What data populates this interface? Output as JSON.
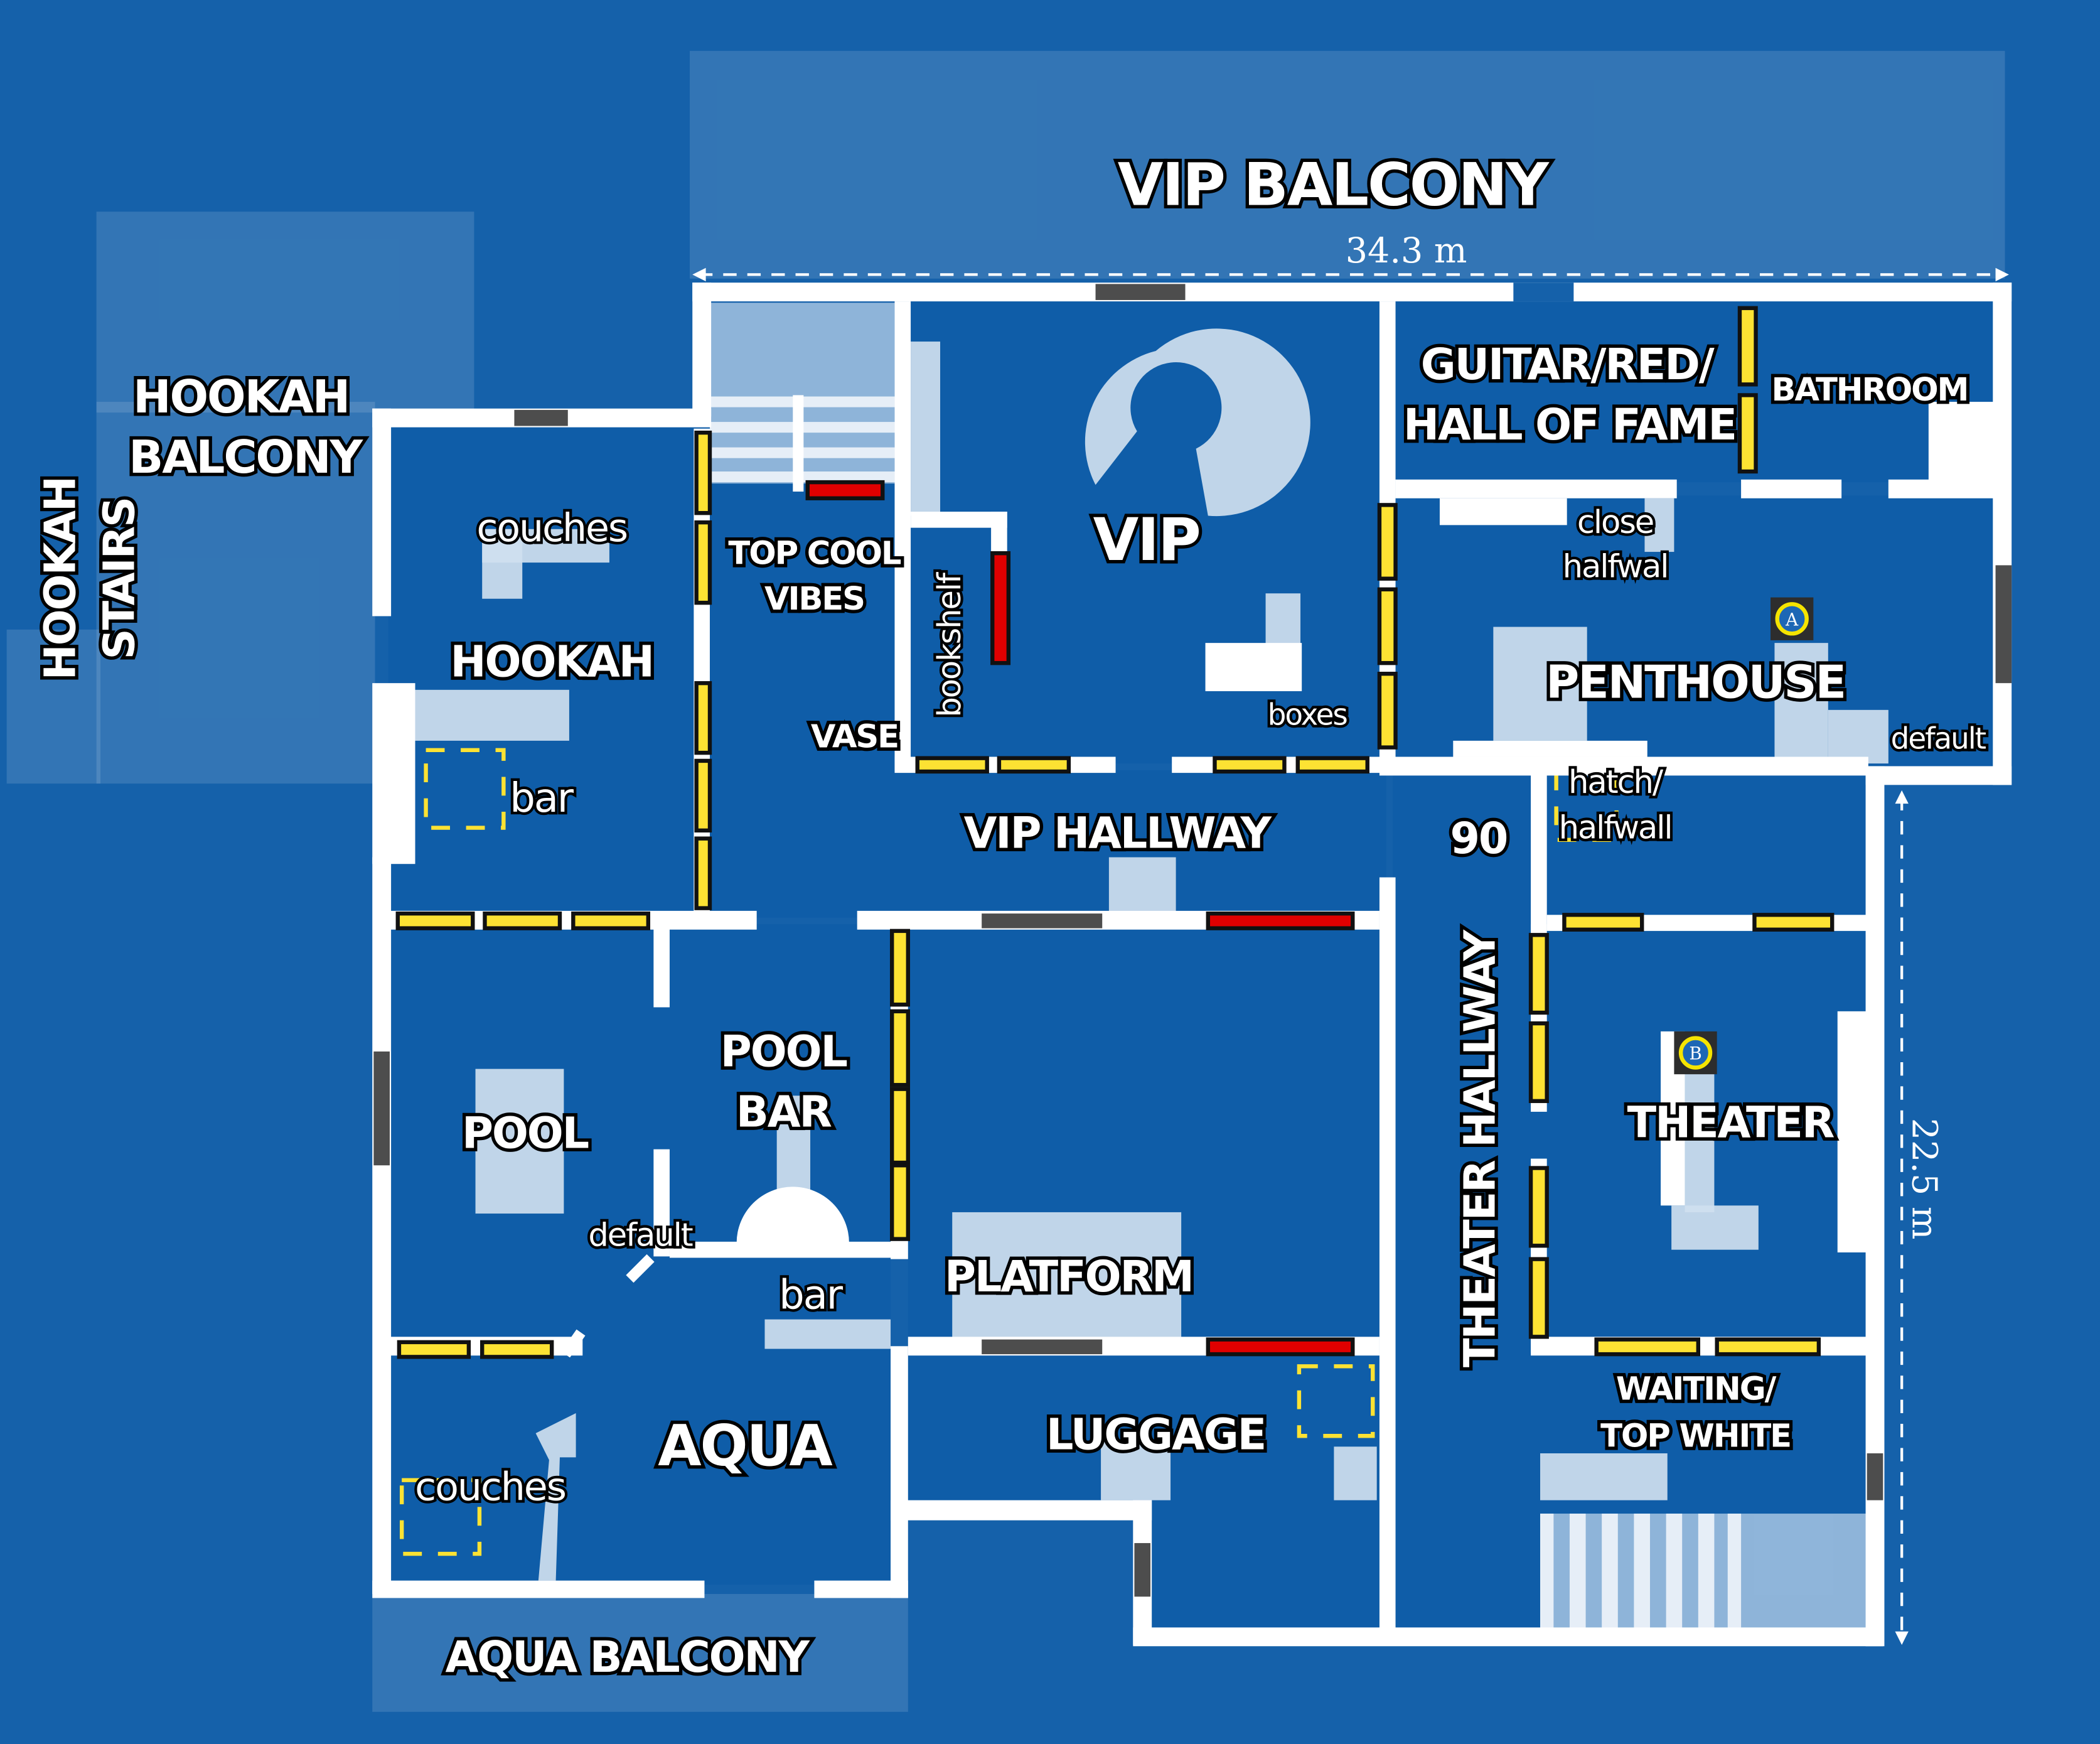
{
  "map": {
    "title": "Floor plan",
    "colors": {
      "background": "#1561aa",
      "wall": "#ffffff",
      "window_breakable": "#fde233",
      "window_reinforced": "#e00000",
      "door": "#4d4d4d",
      "furniture": "#cfe0ef",
      "hatch": "#fde233"
    },
    "dimensions": {
      "width_label": "34.3 m",
      "height_label": "22.5 m"
    },
    "balconies": {
      "vip": "VIP BALCONY",
      "hookah_line1": "HOOKAH",
      "hookah_line2": "BALCONY",
      "hookah_stairs_line1": "HOOKAH",
      "hookah_stairs_line2": "STAIRS",
      "aqua": "AQUA BALCONY"
    },
    "rooms": {
      "hookah": "HOOKAH",
      "top_cool_vibes_line1": "TOP COOL",
      "top_cool_vibes_line2": "VIBES",
      "vip": "VIP",
      "guitar_line1": "GUITAR/RED/",
      "guitar_line2": "HALL OF FAME",
      "bathroom": "BATHROOM",
      "penthouse": "PENTHOUSE",
      "vip_hallway": "VIP HALLWAY",
      "theater_hallway": "THEATER HALLWAY",
      "pool": "POOL",
      "pool_bar_line1": "POOL",
      "pool_bar_line2": "BAR",
      "platform": "PLATFORM",
      "theater": "THEATER",
      "aqua": "AQUA",
      "luggage": "LUGGAGE",
      "waiting_line1": "WAITING/",
      "waiting_line2": "TOP WHITE",
      "vase": "VASE",
      "ninety": "90"
    },
    "callouts": {
      "hookah_couches": "couches",
      "hookah_bar": "bar",
      "bookshelf": "bookshelf",
      "boxes": "boxes",
      "close_halfwall_line1": "close",
      "close_halfwall_line2": "halfwal",
      "penthouse_default": "default",
      "hatch_halfwall_line1": "hatch/",
      "hatch_halfwall_line2": "halfwall",
      "pool_default": "default",
      "aqua_bar": "bar",
      "aqua_couches": "couches"
    },
    "sites": [
      {
        "letter": "A",
        "room": "PENTHOUSE"
      },
      {
        "letter": "B",
        "room": "THEATER"
      }
    ]
  }
}
